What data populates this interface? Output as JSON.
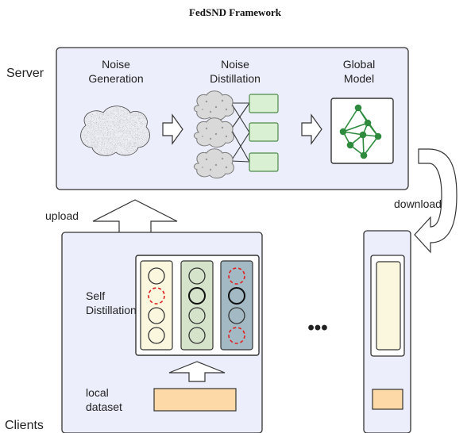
{
  "title": "FedSND Framework",
  "server": {
    "label": "Server",
    "noise_generation": [
      "Noise",
      "Generation"
    ],
    "noise_distillation": [
      "Noise",
      "Distillation"
    ],
    "global_model": [
      "Global",
      "Model"
    ]
  },
  "arrows": {
    "upload": "upload",
    "download": "download"
  },
  "clients": {
    "label": "Clients",
    "self_distillation": [
      "Self",
      "Distillation"
    ],
    "local_dataset": [
      "local",
      "dataset"
    ],
    "ellipsis": "•••"
  },
  "colors": {
    "panel_fill": "#eceefb",
    "panel_stroke": "#333333",
    "green_box": "#d9f0d2",
    "green_border": "#4e8b4b",
    "graph_green": "#2e8b3e",
    "cream": "#fbf7df",
    "sage": "#d5e3cb",
    "steel": "#a3b9c4",
    "dataset": "#fcd9a6",
    "dashed_red": "#e02020"
  }
}
